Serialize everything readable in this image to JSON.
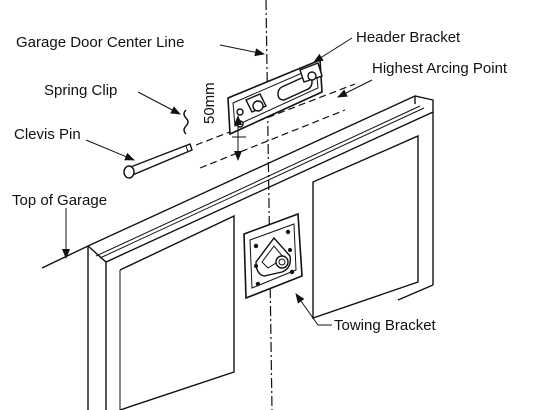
{
  "labels": {
    "center_line": "Garage Door Center Line",
    "header_bracket": "Header Bracket",
    "highest_arcing_point": "Highest Arcing Point",
    "spring_clip": "Spring Clip",
    "clevis_pin": "Clevis Pin",
    "top_of_garage": "Top of Garage",
    "dimension": "50mm",
    "towing_bracket": "Towing Bracket"
  },
  "colors": {
    "ink": "#111111",
    "background": "#ffffff"
  }
}
